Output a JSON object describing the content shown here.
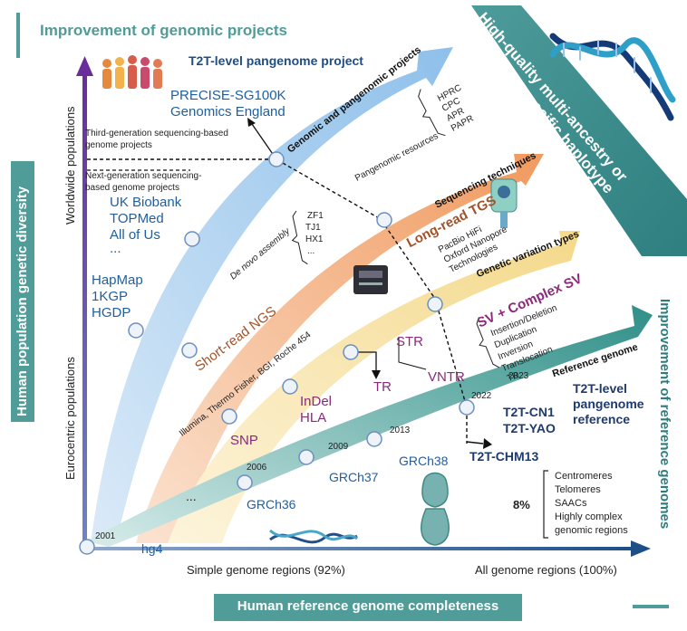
{
  "title": "Improvement of genomic projects",
  "top_right_banner": "High-quality multi-ancestry or population-specific haplotype reference panels",
  "right_axis_label": "Improvement of reference genomes",
  "left_axis_label": "Human population genetic diversity",
  "bottom_axis_label": "Human reference genome completeness",
  "y_axis": {
    "top": "Worldwide populations",
    "bottom": "Eurocentric populations"
  },
  "x_axis": {
    "left": "Simple genome regions (92%)",
    "right": "All genome regions (100%)"
  },
  "bands": {
    "genomic": "Genomic and pangenomic projects",
    "sequencing": "Sequencing techniques",
    "variation": "Genetic variation types",
    "reference": "Reference genome"
  },
  "projects": {
    "t2t_pangenome": "T2T-level pangenome project",
    "precise_line1": "PRECISE-SG100K",
    "precise_line2": "Genomics England",
    "third_gen_line1": "Third-generation sequencing-based",
    "third_gen_line2": "genome projects",
    "next_gen_line1": "Next-generation sequencing-",
    "next_gen_line2": "based genome projects",
    "uk_biobank": "UK Biobank",
    "topmed": "TOPMed",
    "all_of_us": "All of Us",
    "ellipsis": "...",
    "hapmap": "HapMap",
    "kgp": "1KGP",
    "hgdp": "HGDP",
    "pangenomic_resources": "Pangenomic resources",
    "resources": [
      "HPRC",
      "CPC",
      "APR",
      "PAPR"
    ]
  },
  "sequencing": {
    "de_novo": "De novo assembly",
    "assemblies": [
      "ZF1",
      "TJ1",
      "HX1",
      "..."
    ],
    "long_read": "Long-read TGS",
    "tgs_platforms": [
      "PacBio HiFi",
      "Oxford Nanopore",
      "Technologies"
    ],
    "short_read": "Short-read NGS",
    "ngs_platforms": "Illumina, Thermo Fisher, BGI, Roche 454"
  },
  "variation": {
    "sv_complex": "SV + Complex SV",
    "sv_types": [
      "Insertion/Deletion",
      "Duplication",
      "Inversion",
      "Translocation",
      "TR"
    ],
    "str": "STR",
    "vntr": "VNTR",
    "tr": "TR",
    "indel": "InDel",
    "hla": "HLA",
    "snp": "SNP"
  },
  "reference": {
    "years": [
      "2001",
      "2006",
      "2009",
      "2013",
      "2022",
      "2023"
    ],
    "hg4": "hg4",
    "grch36": "GRCh36",
    "grch37": "GRCh37",
    "grch38": "GRCh38",
    "t2t_chm13": "T2T-CHM13",
    "t2t_cn1": "T2T-CN1",
    "t2t_yao": "T2T-YAO",
    "t2t_pan_line1": "T2T-level",
    "t2t_pan_line2": "pangenome",
    "t2t_pan_line3": "reference",
    "dots": "...",
    "percent": "8%",
    "regions": [
      "Centromeres",
      "Telomeres",
      "SAACs",
      "Highly complex",
      "genomic regions"
    ]
  },
  "colors": {
    "teal": "#4f9c98",
    "band_blue": "#a9cdec",
    "band_orange": "#f0a874",
    "band_yellow": "#f6e0a0",
    "band_teal": "#3f9b93",
    "axis_purple": "#6a3e9c",
    "axis_navy": "#1e4e86"
  }
}
